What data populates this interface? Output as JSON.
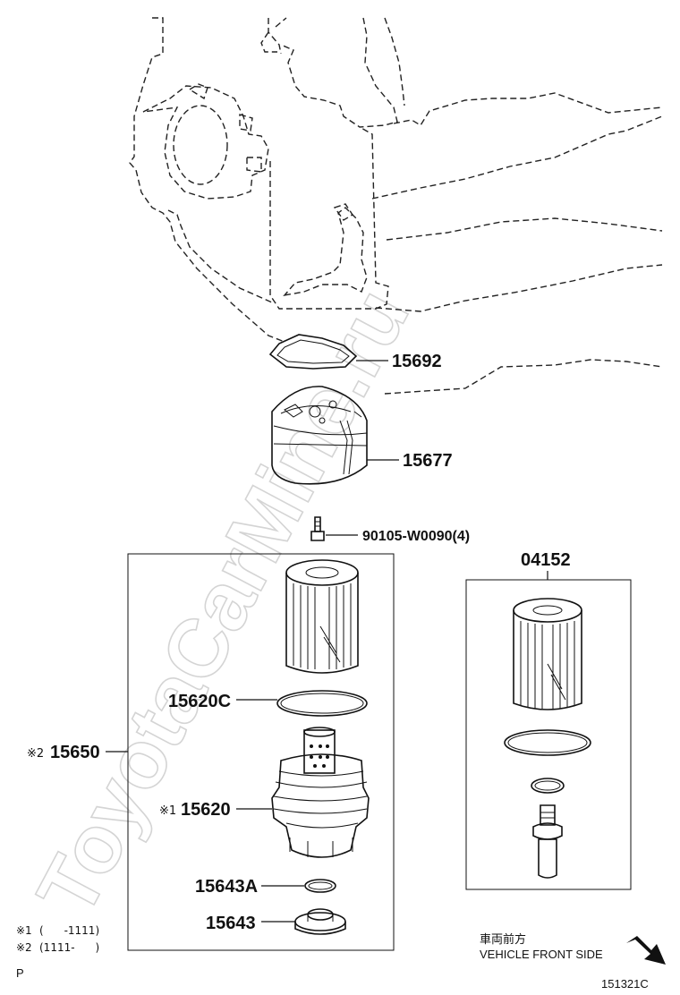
{
  "watermark": "ToyotaCarMine.ru",
  "parts": {
    "gasket_15692": "15692",
    "bracket_15677": "15677",
    "bolt": "90105-W0090(4)",
    "kit_04152": "04152",
    "oring_15620C": "15620C",
    "assy_15650": "15650",
    "assy_15650_mark": "※2",
    "cap_15620": "15620",
    "cap_15620_mark": "※1",
    "oring_15643A": "15643A",
    "plug_15643": "15643"
  },
  "notes": {
    "note1_mark": "※1",
    "note1_range": "(      -1111)",
    "note2_mark": "※2",
    "note2_range": "(1111-      )"
  },
  "footer": {
    "page_letter": "P",
    "direction_jp": "車両前方",
    "direction_en": "VEHICLE FRONT SIDE",
    "diagram_code": "151321C"
  }
}
